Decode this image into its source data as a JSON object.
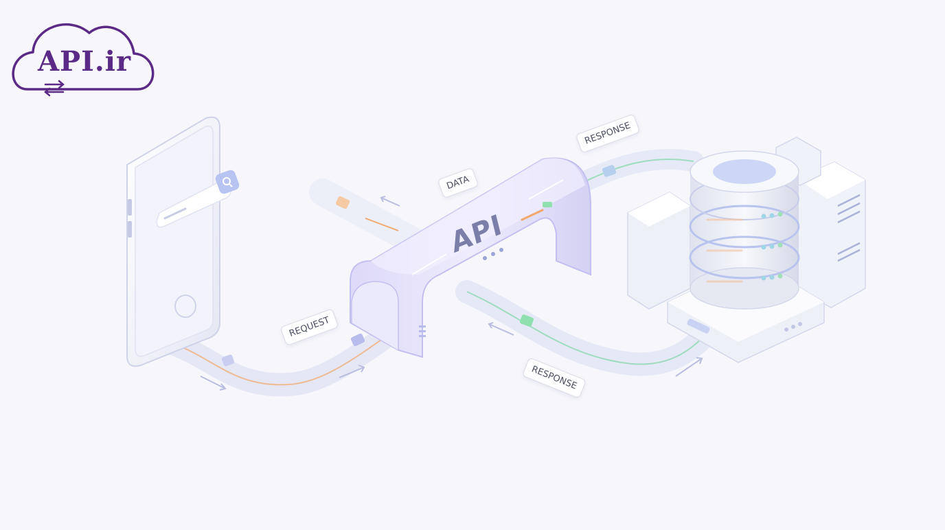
{
  "logo": {
    "text": "API.ir",
    "icon": "cloud-exchange-icon",
    "color": "#5b2a86"
  },
  "gateway": {
    "label": "API"
  },
  "labels": {
    "request": "REQUEST",
    "data": "DATA",
    "response_top": "RESPONSE",
    "response_bottom": "RESPONSE"
  },
  "colors": {
    "background": "#f6f6fb",
    "flow_request": "#f2a86b",
    "flow_response": "#6fd39a",
    "gateway": "#b9b6ee"
  },
  "icons": [
    "smartphone-icon",
    "search-icon",
    "database-icon",
    "server-icon"
  ]
}
